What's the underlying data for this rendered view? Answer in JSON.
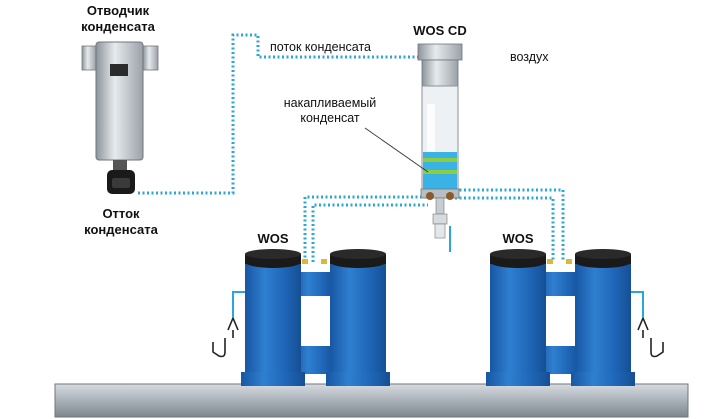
{
  "labels": {
    "separator": [
      "Отводчик",
      "конденсата"
    ],
    "drain": [
      "Отток",
      "конденсата"
    ],
    "flow": "поток конденсата",
    "air": "воздух",
    "wos_cd": "WOS CD",
    "accumulated": [
      "накапливаемый",
      "конденсат"
    ],
    "wos_left": "WOS",
    "wos_right": "WOS"
  },
  "colors": {
    "cylinder_blue": "#1f66b8",
    "cap_dark": "#1a1a1a",
    "flow_dots": "#2aa7d6",
    "pipe_gray": "#9aa3ab",
    "condensate": "#3ab2e6",
    "level_band": "#8ccf3e"
  }
}
